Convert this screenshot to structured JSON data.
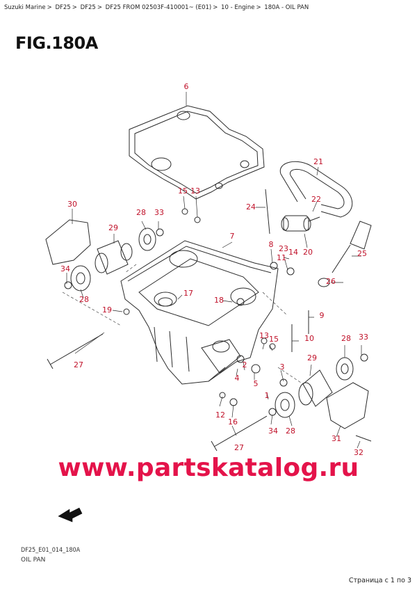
{
  "breadcrumb": [
    "Suzuki Marine",
    "DF25",
    "DF25",
    "DF25 FROM 02503F-410001~ (E01)",
    "10 - Engine",
    "180A - OIL PAN"
  ],
  "breadcrumb_separator": ">",
  "figure": {
    "title": "FIG.180A",
    "code": "DF25_E01_014_180A",
    "name": "OIL PAN"
  },
  "callouts": [
    "6",
    "21",
    "15",
    "13",
    "22",
    "24",
    "30",
    "28",
    "33",
    "29",
    "7",
    "8",
    "23",
    "14",
    "25",
    "20",
    "11",
    "34",
    "26",
    "28",
    "17",
    "18",
    "19",
    "9",
    "10",
    "13",
    "15",
    "28",
    "33",
    "3",
    "2",
    "4",
    "5",
    "29",
    "27",
    "1",
    "12",
    "16",
    "34",
    "28",
    "31",
    "32",
    "27"
  ],
  "watermark": "www.partskatalog.ru",
  "pager": "Страница с 1 по 3",
  "colors": {
    "callout": "#c0122a",
    "watermark": "#e4134a",
    "line": "#2a2a2a"
  },
  "icons": {
    "front_arrow": "fwd-arrow-icon"
  }
}
